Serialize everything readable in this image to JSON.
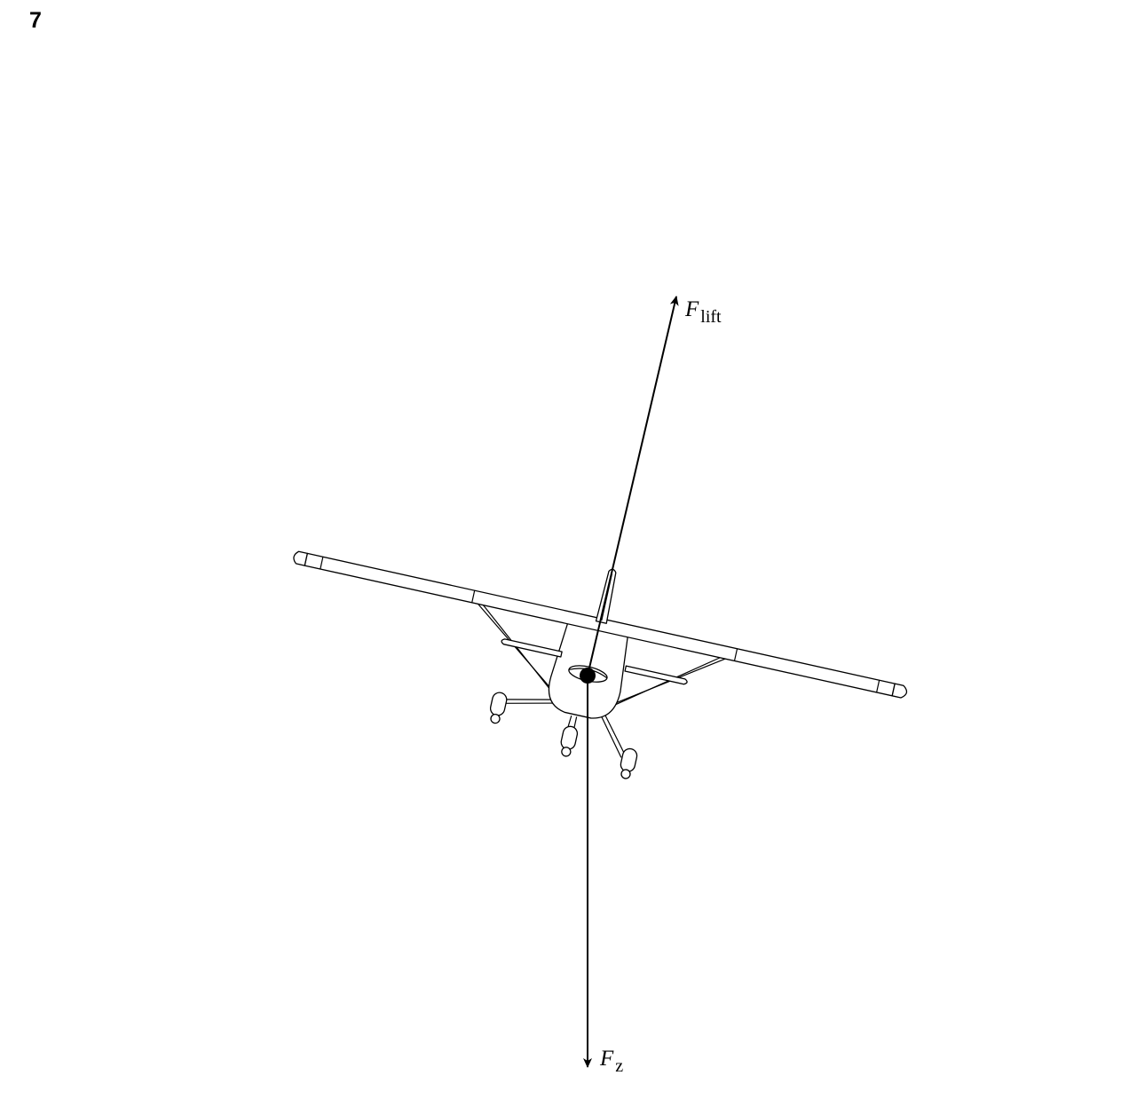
{
  "question": {
    "number": "7"
  },
  "forces": {
    "lift": {
      "symbol": "F",
      "subscript": "lift"
    },
    "z": {
      "symbol": "F",
      "subscript": "z"
    }
  },
  "colors": {
    "ink": "#000000",
    "paper": "#ffffff"
  }
}
